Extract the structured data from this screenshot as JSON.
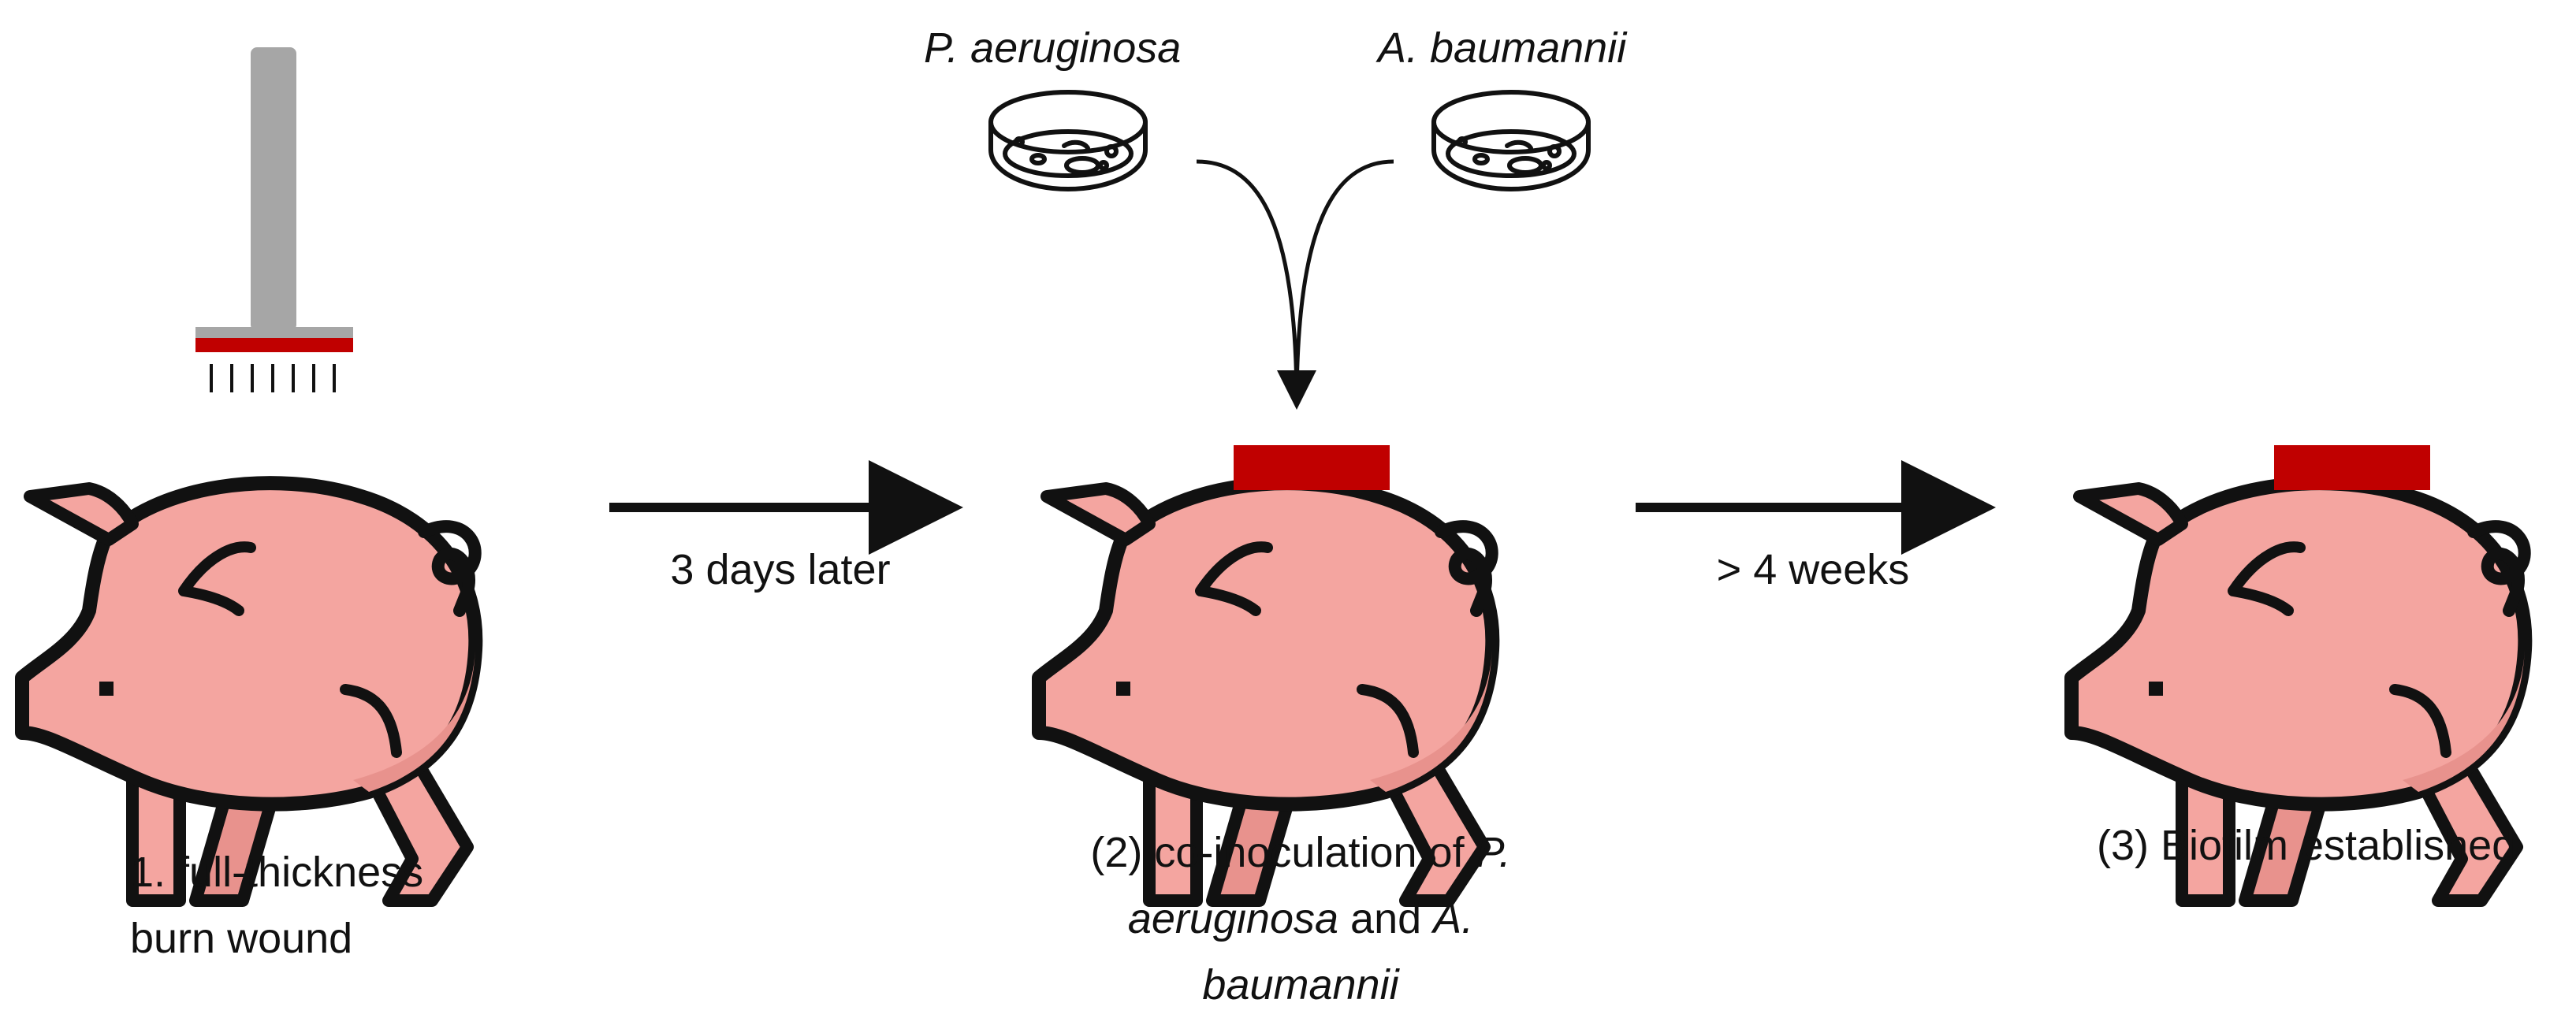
{
  "labels": {
    "species1": "P. aeruginosa",
    "species2": "A. baumannii",
    "arrow1": "3 days later",
    "arrow2": "> 4 weeks",
    "step1_line1": "1. full-thickness",
    "step1_line2": "burn wound",
    "step2_a": "(2) co-inoculation of ",
    "step2_b": "P.",
    "step2_c": "aeruginosa",
    "step2_d": " and ",
    "step2_e": "A.",
    "step2_f": "baumannii",
    "step3": "(3) Biofilm established"
  },
  "colors": {
    "pig_fill": "#f4a5a0",
    "pig_shade": "#e8928d",
    "outline": "#111111",
    "wound": "#c00000",
    "device": "#a6a6a6"
  },
  "icons": [
    "heated-brass-rod-icon",
    "petri-dish-icon",
    "pig-icon"
  ]
}
